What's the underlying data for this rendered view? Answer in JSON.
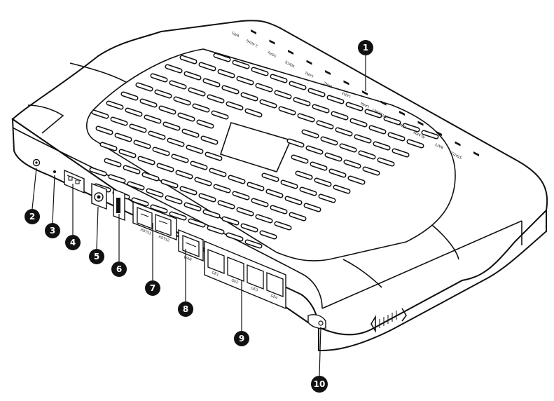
{
  "diagram": {
    "callouts": [
      {
        "id": "callout-1",
        "number": "1"
      },
      {
        "id": "callout-2",
        "number": "2"
      },
      {
        "id": "callout-3",
        "number": "3"
      },
      {
        "id": "callout-4",
        "number": "4"
      },
      {
        "id": "callout-5",
        "number": "5"
      },
      {
        "id": "callout-6",
        "number": "6"
      },
      {
        "id": "callout-7",
        "number": "7"
      },
      {
        "id": "callout-8",
        "number": "8"
      },
      {
        "id": "callout-9",
        "number": "9"
      },
      {
        "id": "callout-10",
        "number": "10"
      }
    ],
    "indicators": [
      "WPS",
      "2.4GHz",
      "5GHz",
      "VOICE",
      "LAN1",
      "LAN2",
      "LAN3",
      "LAN4",
      "INTERNET",
      "WAN",
      "ALARM",
      "BATT",
      "STATUS"
    ],
    "port_labels": {
      "pots1": "POTS1",
      "pots2": "POTS2",
      "wan": "WAN",
      "ge1": "GE1",
      "ge2": "GE2",
      "ge3": "GE3",
      "ge4": "GE4"
    }
  }
}
